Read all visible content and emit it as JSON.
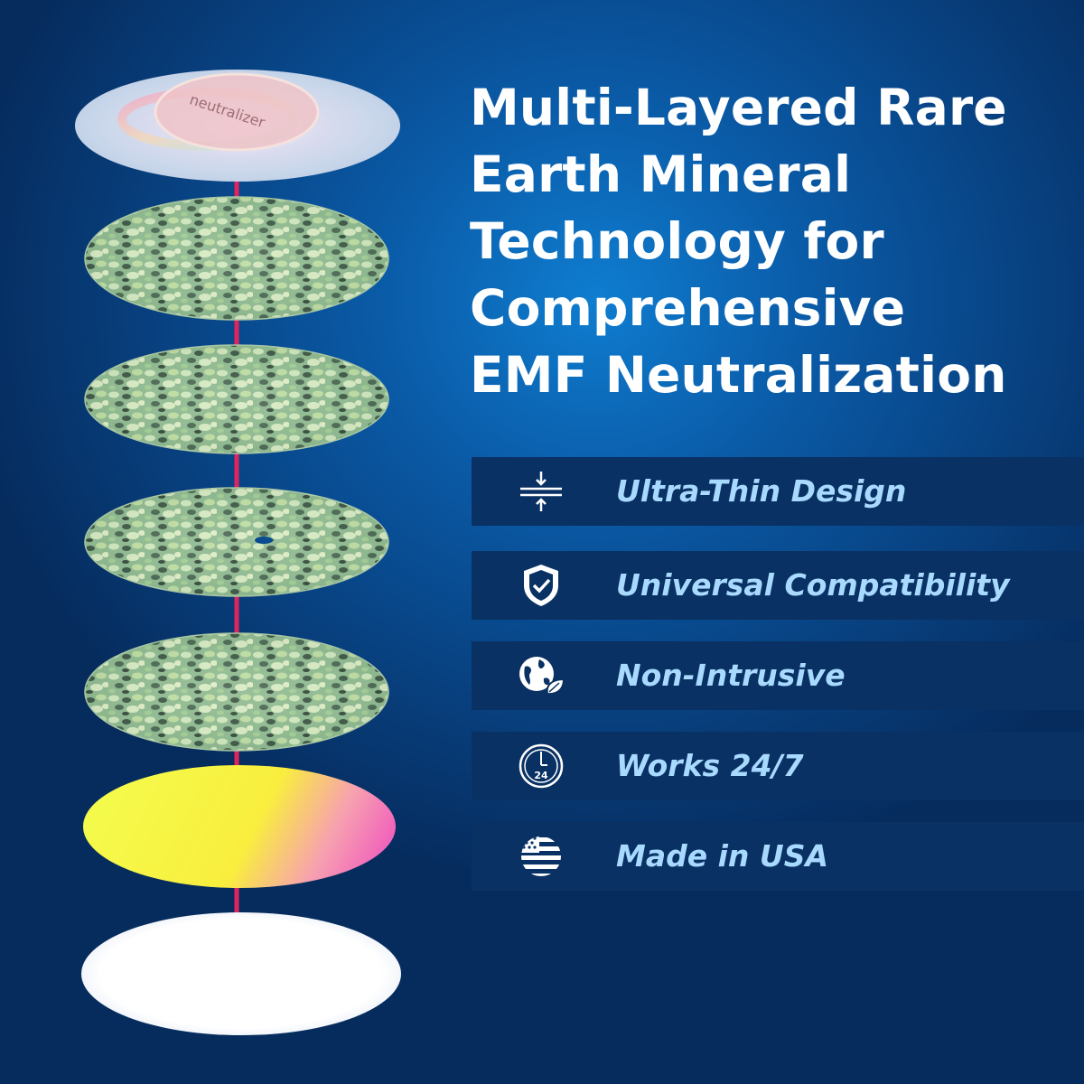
{
  "headline": {
    "lines": [
      "Multi-Layered Rare",
      "Earth Mineral",
      "Technology for",
      "Comprehensive",
      "EMF Neutralization"
    ]
  },
  "top_disc_text": "neutralizer",
  "features": [
    {
      "label": "Ultra-Thin Design",
      "icon": "compress-arrows-icon"
    },
    {
      "label": "Universal Compatibility",
      "icon": "shield-check-icon"
    },
    {
      "label": "Non-Intrusive",
      "icon": "earth-leaf-icon"
    },
    {
      "label": "Works 24/7",
      "icon": "clock-24-icon"
    },
    {
      "label": "Made in USA",
      "icon": "us-flag-globe-icon"
    }
  ],
  "colors": {
    "background": "#084485",
    "feature_bar": "#093163",
    "feature_text": "#a8d9ff",
    "headline_text": "#ffffff",
    "axis_line": "#e0245e"
  }
}
